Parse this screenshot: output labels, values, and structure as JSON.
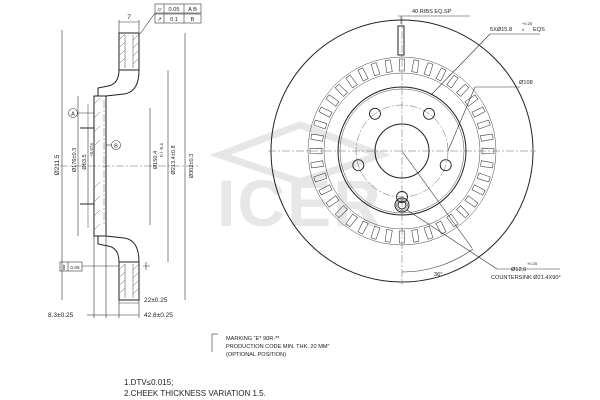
{
  "section_view": {
    "dimensions": {
      "top_width": "7",
      "flatness_tol": "0.05",
      "flatness_datum": "A B",
      "runout_tol": "0.1",
      "runout_datum": "B",
      "dia_211_5": "Ø211.5",
      "dia_176": "Ø176±0.3",
      "dia_63": "Ø63.5",
      "dia_63_tol": "+0.074",
      "dia_63_tol2": "0",
      "dia_150": "Ø150.4",
      "dia_150_tol": "0 / -0.4",
      "dia_213": "Ø213.4±0.8",
      "dia_302": "Ø302±0.3",
      "parallel_tol": "0.05",
      "dim_22": "22±0.25",
      "dim_8_3": "8.3±0.25",
      "dim_42_6": "42.6±0.25"
    },
    "datums": {
      "a": "A",
      "b": "B"
    }
  },
  "face_view": {
    "ribs_label": "40  RIBS  EQ.SP",
    "holes_label": "5XØ15.8",
    "holes_tol_upper": "+0.25",
    "holes_tol_lower": "0",
    "holes_spacing": "EQS",
    "pcd_label": "Ø108",
    "angle_label": "36°",
    "pin_hole_label": "Ø12.6",
    "pin_hole_tol": "+0.25",
    "countersink_label": "COUNTERSINK  Ø21.4X90°"
  },
  "marking_note": {
    "line1": "MARKING  “E*  90R-**",
    "line2": "PRODUCTION CODE  MIN. THK. 20 MM”",
    "line3": "(OPTIONAL POSITION)"
  },
  "footer_notes": {
    "note1": "1.DTV≤0.015;",
    "note2": "2.CHEEK  THICKNESS  VARIATION  1.5."
  },
  "watermark": {
    "logo_text": "ICER"
  },
  "colors": {
    "line": "#222222",
    "watermark": "#e7e7e7"
  }
}
